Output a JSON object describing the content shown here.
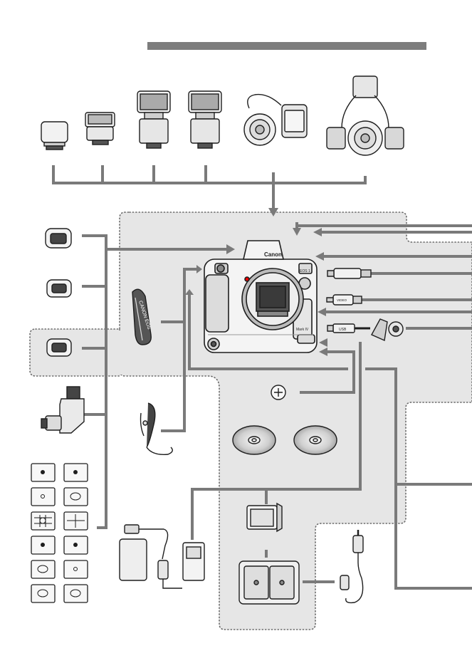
{
  "diagram": {
    "kind": "system-map",
    "colors": {
      "line": "#7a7a7a",
      "region": "#e6e6e6",
      "outline": "#1e1e1e",
      "fill_light": "#f2f2f2",
      "fill_mid": "#cfcfcf",
      "dark": "#555555"
    },
    "labels": {
      "camera_brand": "Canon",
      "camera_model": "EOS 1",
      "grip_badge": "Mark IV",
      "strap_text": "CANON EOS",
      "usb_text": "USB",
      "video_text": "VIDEO"
    },
    "components": [
      "flash-st-e2",
      "flash-270ex",
      "flash-430ex",
      "flash-580ex",
      "macro-ring-lite",
      "macro-twin-lite",
      "eyecup-1",
      "eyecup-2",
      "eyecup-3",
      "angle-finder",
      "focusing-screens",
      "wrist-strap",
      "hand-strap",
      "camera-body",
      "usb-cable",
      "video-cable",
      "hdmi-cable",
      "cable-protector",
      "battery-ac-adapter",
      "software-disc-1",
      "software-disc-2",
      "battery-pack",
      "battery-charger",
      "car-battery-cable",
      "ac-adapter-kit"
    ]
  }
}
